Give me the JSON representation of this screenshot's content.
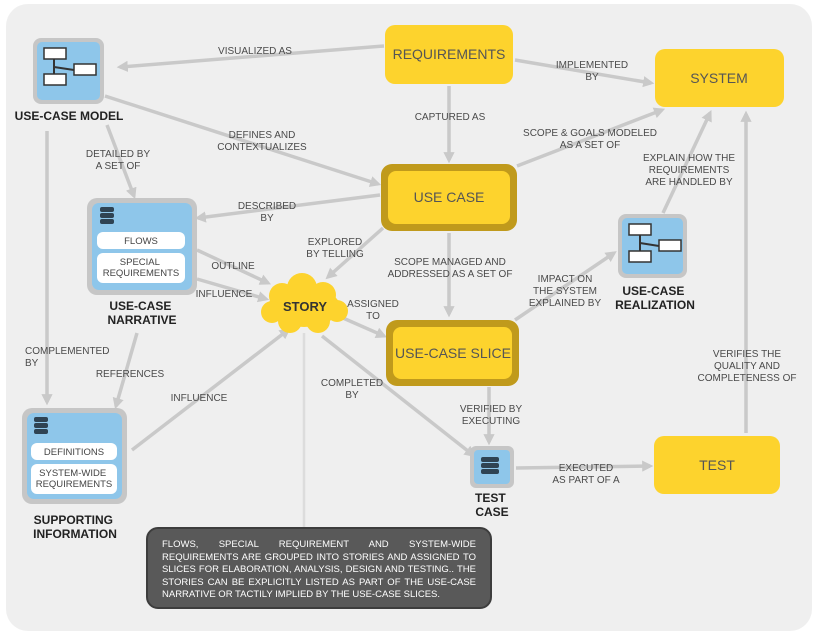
{
  "nodes": {
    "requirements": "REQUIREMENTS",
    "system": "SYSTEM",
    "use_case": "USE CASE",
    "use_case_slice": "USE-CASE SLICE",
    "test": "TEST",
    "story": "STORY"
  },
  "captions": {
    "use_case_model": "USE-CASE MODEL",
    "use_case_narrative": [
      "USE-CASE",
      "NARRATIVE"
    ],
    "supporting_information": [
      "SUPPORTING",
      "INFORMATION"
    ],
    "use_case_realization": [
      "USE-CASE",
      "REALIZATION"
    ],
    "test_case": [
      "TEST",
      "CASE"
    ]
  },
  "narrative_items": [
    "FLOWS",
    [
      "SPECIAL",
      "REQUIREMENTS"
    ]
  ],
  "supporting_items": [
    "DEFINITIONS",
    [
      "SYSTEM-WIDE",
      "REQUIREMENTS"
    ]
  ],
  "edge_labels": {
    "visualized_as": [
      "VISUALIZED AS"
    ],
    "implemented_by": [
      "IMPLEMENTED",
      "BY"
    ],
    "captured_as": [
      "CAPTURED AS"
    ],
    "defines": [
      "DEFINES AND",
      "CONTEXTUALIZES"
    ],
    "detailed_by": [
      "DETAILED BY",
      "A SET OF"
    ],
    "scope_goals": [
      "SCOPE & GOALS MODELED",
      "AS A SET OF"
    ],
    "explain_how": [
      "EXPLAIN HOW THE",
      "REQUIREMENTS",
      "ARE HANDLED BY"
    ],
    "described_by": [
      "DESCRIBED",
      "BY"
    ],
    "explored_by": [
      "EXPLORED",
      "BY TELLING"
    ],
    "scope_managed": [
      "SCOPE MANAGED AND",
      "ADDRESSED AS A SET OF"
    ],
    "outline": [
      "OUTLINE"
    ],
    "influence_narr": [
      "INFLUENCE"
    ],
    "impact": [
      "IMPACT ON",
      "THE SYSTEM",
      "EXPLAINED BY"
    ],
    "assigned_to": [
      "ASSIGNED",
      "TO"
    ],
    "complemented_by": [
      "COMPLEMENTED",
      "BY"
    ],
    "references": [
      "REFERENCES"
    ],
    "influence_supp": [
      "INFLUENCE"
    ],
    "completed_by": [
      "COMPLETED",
      "BY"
    ],
    "verified_by": [
      "VERIFIED BY",
      "EXECUTING"
    ],
    "verifies": [
      "VERIFIES THE",
      "QUALITY AND",
      "COMPLETENESS OF"
    ],
    "executed_as": [
      "EXECUTED",
      "AS PART OF A"
    ]
  },
  "note": "Flows, special requirement and system-wide requirements are grouped into stories and assigned to slices for elaboration, analysis, design and testing.. The stories can be explicitly listed as part of the use-case narrative or tactily implied by the use-case slices.",
  "colors": {
    "yellow": "#fdd32d",
    "gold_border": "#c09a1c",
    "blue_icon": "#8ec6ea",
    "gray_frame": "#c6c6c6",
    "background": "#efefef",
    "note_bg": "#595959"
  }
}
